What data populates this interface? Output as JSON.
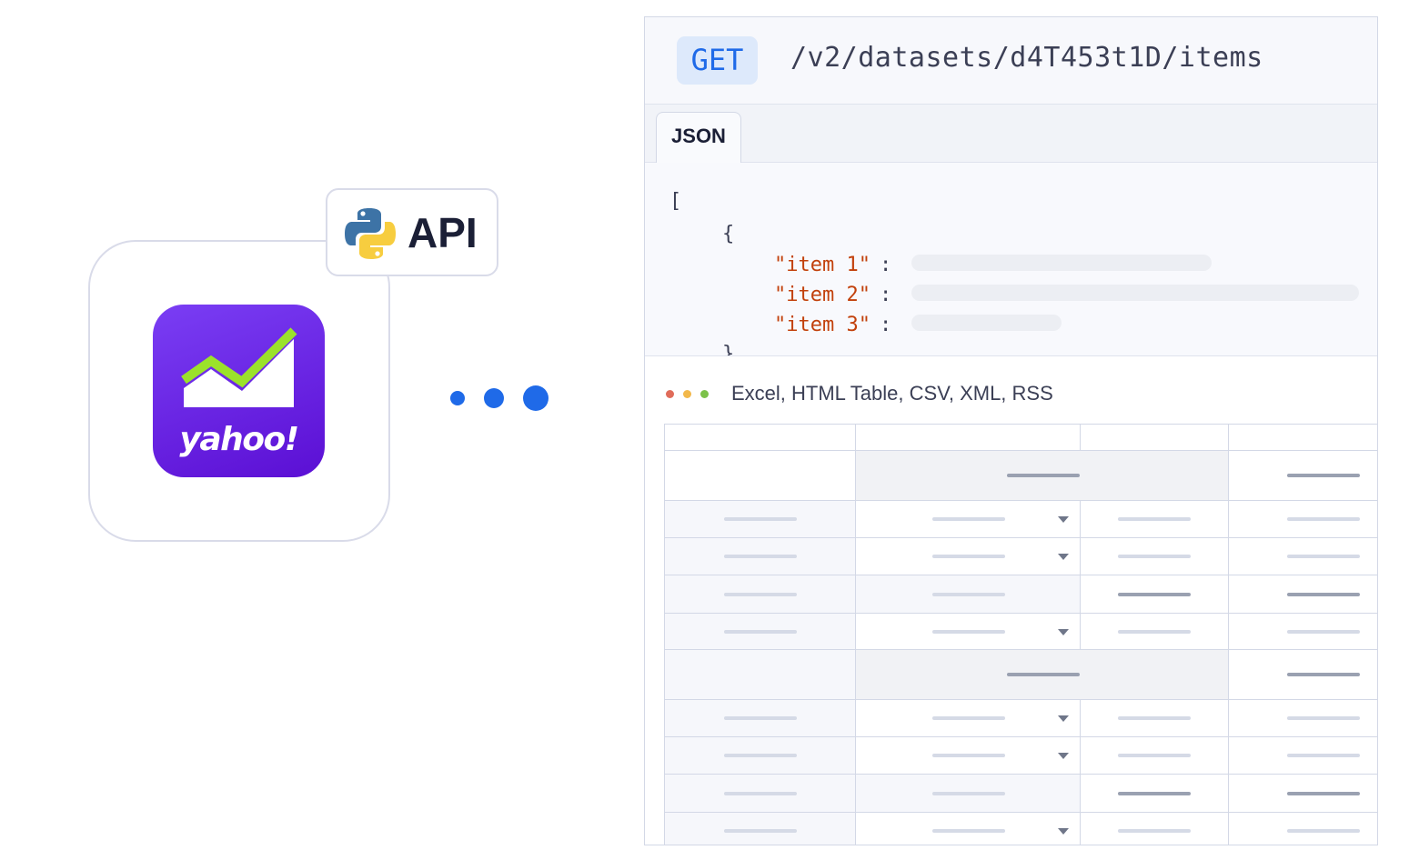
{
  "integration": {
    "app_name": "yahoo!",
    "badge_label": "API",
    "badge_icon": "python-logo-icon",
    "connector_icon": "ellipsis-dots-icon",
    "accent_color": "#1f6ae8",
    "brand_color": "#6a1fe0"
  },
  "request": {
    "method": "GET",
    "path": "/v2/datasets/d4T453t1D/items"
  },
  "tabs": [
    {
      "label": "JSON",
      "active": true
    }
  ],
  "code": {
    "open_bracket": "[",
    "open_brace": "{",
    "items": [
      "\"item 1\"",
      "\"item 2\"",
      "\"item 3\""
    ],
    "colon": ":",
    "close_brace": "}"
  },
  "formats": {
    "label": "Excel, HTML Table, CSV, XML, RSS",
    "window_dots": [
      "#e06c5a",
      "#f2b84b",
      "#7cc24a"
    ]
  },
  "table": {
    "rows": 11,
    "columns": 4
  }
}
